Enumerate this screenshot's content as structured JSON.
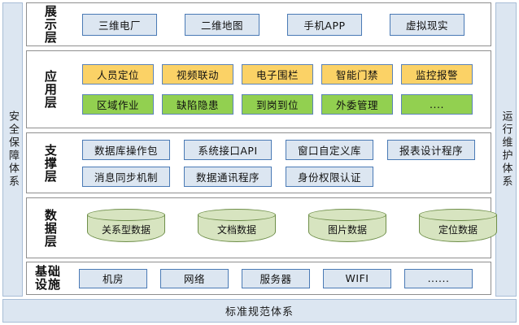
{
  "diagram": {
    "left_band_label": "安全保障体系",
    "right_band_label": "运行维护体系",
    "bottom_bar_label": "标准规范体系",
    "colors": {
      "band_fill": "#dce6f1",
      "band_border": "#a8bdd6",
      "panel_border": "#8f8f8f",
      "blue_fill": "#dce6f1",
      "blue_border": "#4a7ab5",
      "orange_fill": "#fbd266",
      "green_fill": "#92d050",
      "node_border": "#5b83b8",
      "cylinder_fill": "#d7e4c0",
      "cylinder_border": "#6f8f4a"
    },
    "layers": [
      {
        "id": "presentation",
        "label": "展示层",
        "rows": [
          {
            "style": "blue",
            "nodes": [
              "三维电厂",
              "二维地图",
              "手机APP",
              "虚拟现实"
            ]
          }
        ]
      },
      {
        "id": "application",
        "label": "应用层",
        "rows": [
          {
            "style": "orange",
            "nodes": [
              "人员定位",
              "视频联动",
              "电子围栏",
              "智能门禁",
              "监控报警"
            ]
          },
          {
            "style": "green",
            "nodes": [
              "区域作业",
              "缺陷隐患",
              "到岗到位",
              "外委管理",
              "...."
            ]
          }
        ]
      },
      {
        "id": "support",
        "label": "支撑层",
        "rows": [
          {
            "style": "blue",
            "nodes": [
              "数据库操作包",
              "系统接口API",
              "窗口自定义库",
              "报表设计程序"
            ]
          },
          {
            "style": "blue",
            "nodes": [
              "消息同步机制",
              "数据通讯程序",
              "身份权限认证"
            ]
          }
        ]
      },
      {
        "id": "data",
        "label": "数据层",
        "rows": [
          {
            "style": "cylinder",
            "nodes": [
              "关系型数据",
              "文档数据",
              "图片数据",
              "定位数据"
            ]
          }
        ]
      },
      {
        "id": "infrastructure",
        "label": "基础设施",
        "rows": [
          {
            "style": "blue",
            "nodes": [
              "机房",
              "网络",
              "服务器",
              "WIFI",
              "......"
            ]
          }
        ]
      }
    ]
  }
}
